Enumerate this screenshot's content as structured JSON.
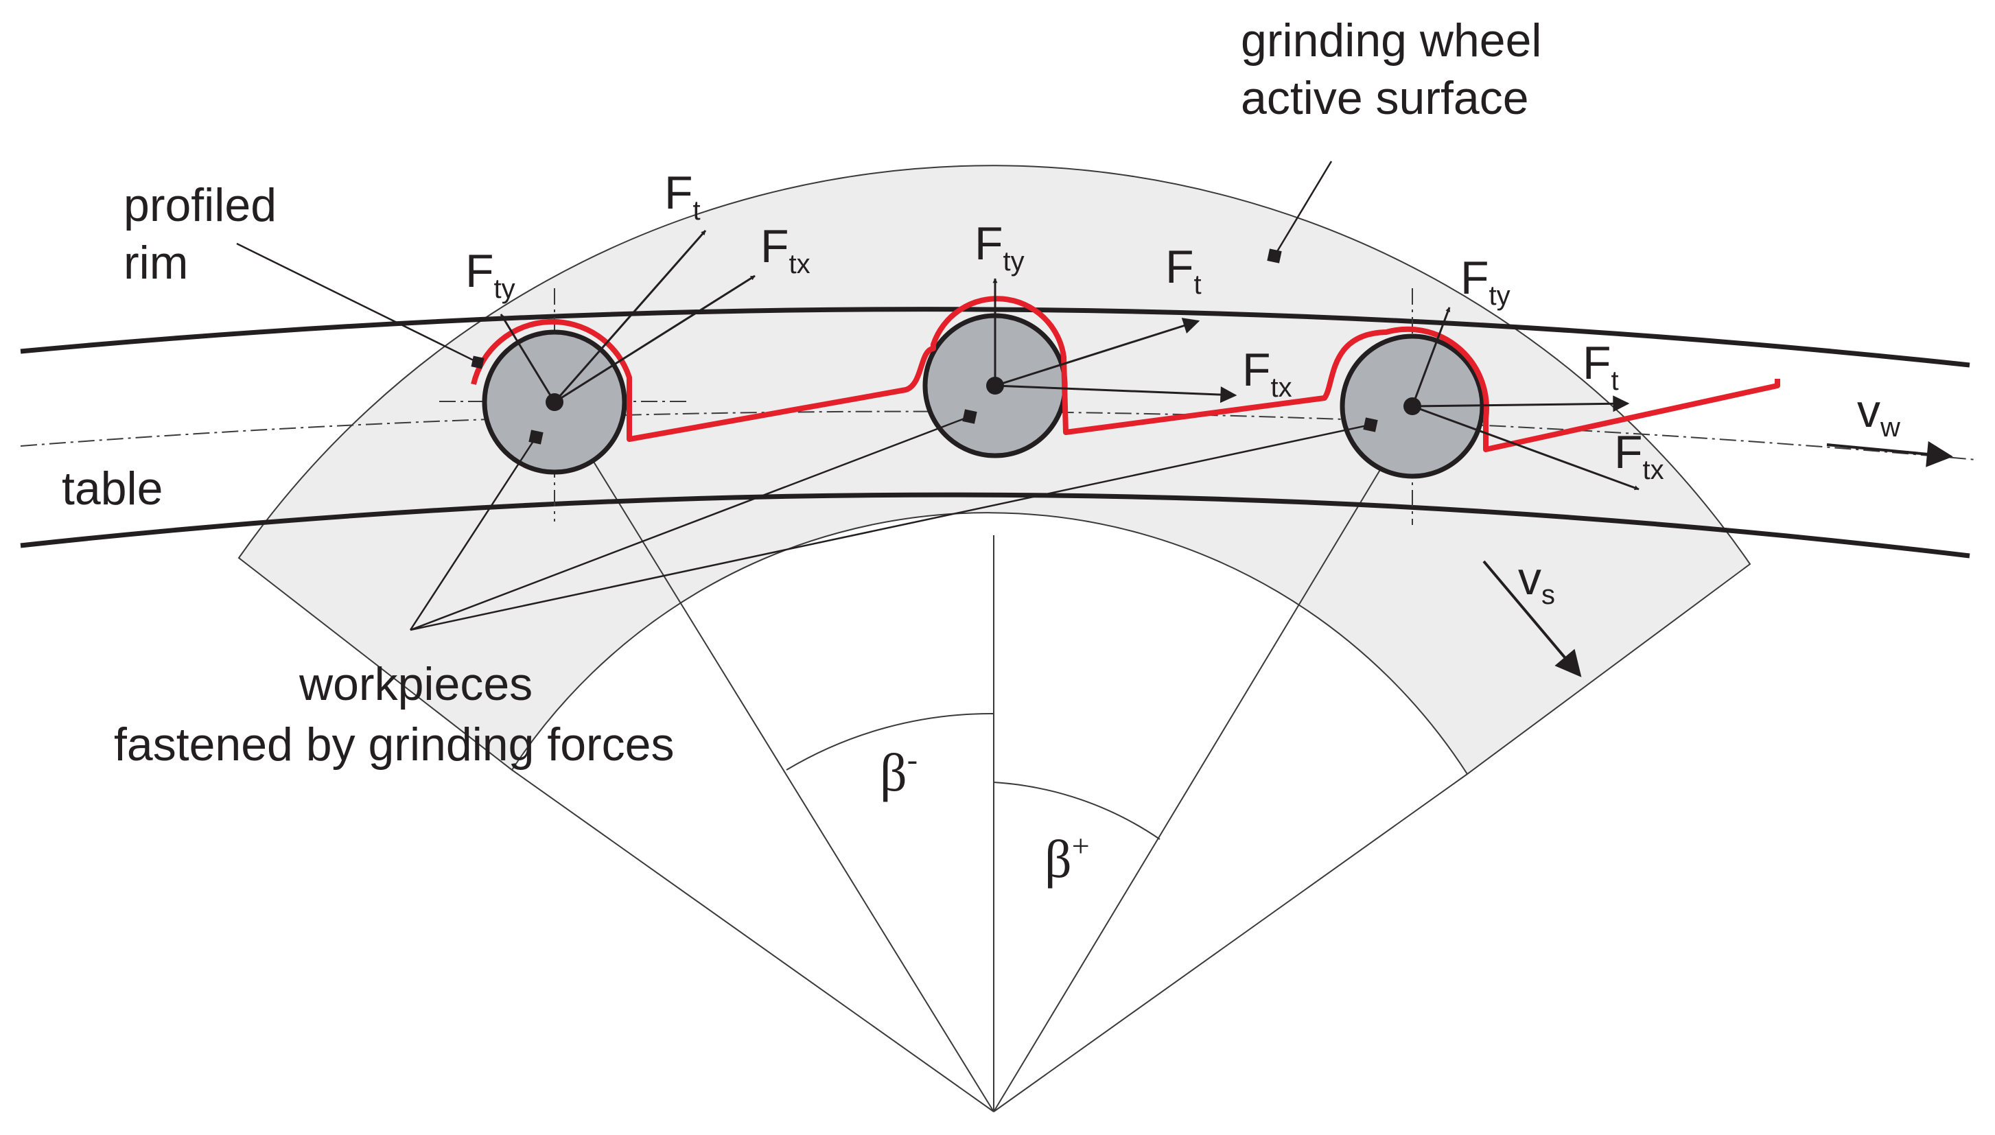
{
  "labels": {
    "wheel_line1": "grinding wheel",
    "wheel_line2": "active surface",
    "rim_line1": "profiled",
    "rim_line2": "rim",
    "table": "table",
    "workpieces_line1": "workpieces",
    "workpieces_line2": "fastened by grinding forces"
  },
  "symbols": {
    "F": "F",
    "sub_t": "t",
    "sub_ty": "ty",
    "sub_tx": "tx",
    "v": "v",
    "sub_w": "w",
    "sub_s": "s",
    "beta": "β",
    "beta_minus_sup": "-",
    "beta_plus_sup": "+"
  },
  "colors": {
    "line": "#231f20",
    "profile_rim": "#e4202a",
    "workpiece_fill": "#aeb2b7",
    "wheel_fill": "#ededed"
  }
}
